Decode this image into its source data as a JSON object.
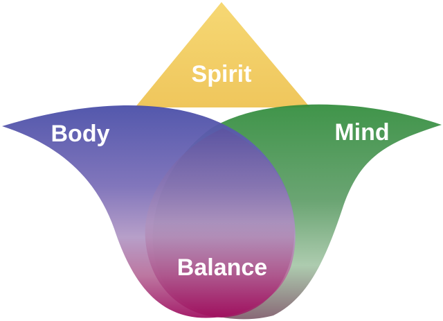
{
  "diagram": {
    "labels": {
      "spirit": "Spirit",
      "body": "Body",
      "mind": "Mind",
      "balance": "Balance"
    },
    "colors": {
      "spirit": "#F3D16C",
      "body_top": "#5B5FB1",
      "body_bottom": "#A10F5A",
      "mind_top": "#2E8A3B",
      "mind_bottom": "#8AB88E",
      "balance_mid": "#B18AB8",
      "background": "#FFFFFF"
    }
  }
}
